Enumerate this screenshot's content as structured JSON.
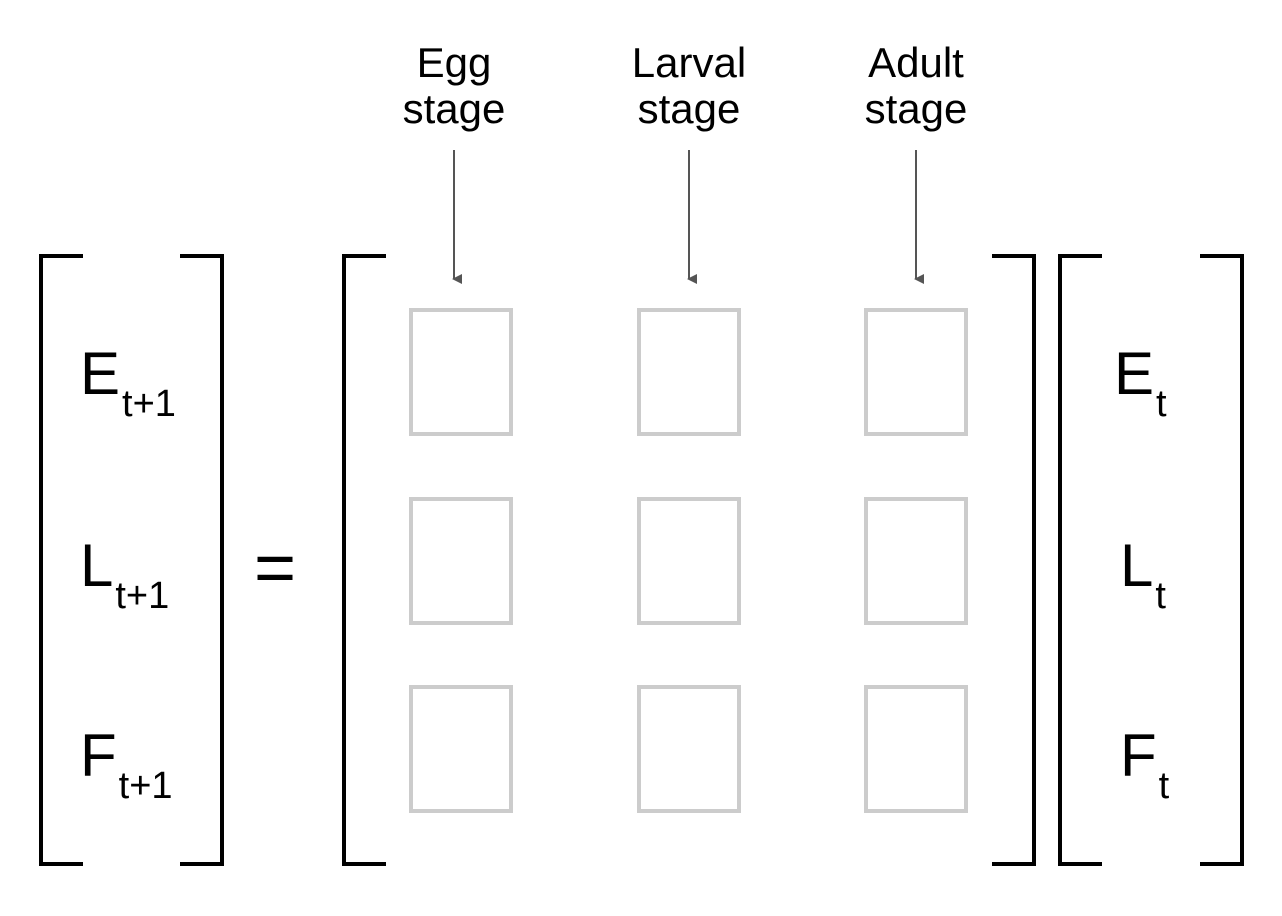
{
  "stage_labels": [
    {
      "line1": "Egg",
      "line2": "stage"
    },
    {
      "line1": "Larval",
      "line2": "stage"
    },
    {
      "line1": "Adult",
      "line2": "stage"
    }
  ],
  "left_vector": [
    {
      "symbol": "E",
      "subscript": "t+1"
    },
    {
      "symbol": "L",
      "subscript": "t+1"
    },
    {
      "symbol": "F",
      "subscript": "t+1"
    }
  ],
  "equals_sign": "=",
  "right_vector": [
    {
      "symbol": "E",
      "subscript": "t"
    },
    {
      "symbol": "L",
      "subscript": "t"
    },
    {
      "symbol": "F",
      "subscript": "t"
    }
  ],
  "colors": {
    "bracket": "#000000",
    "arrow": "#555555",
    "cell_border": "#cccccc"
  }
}
